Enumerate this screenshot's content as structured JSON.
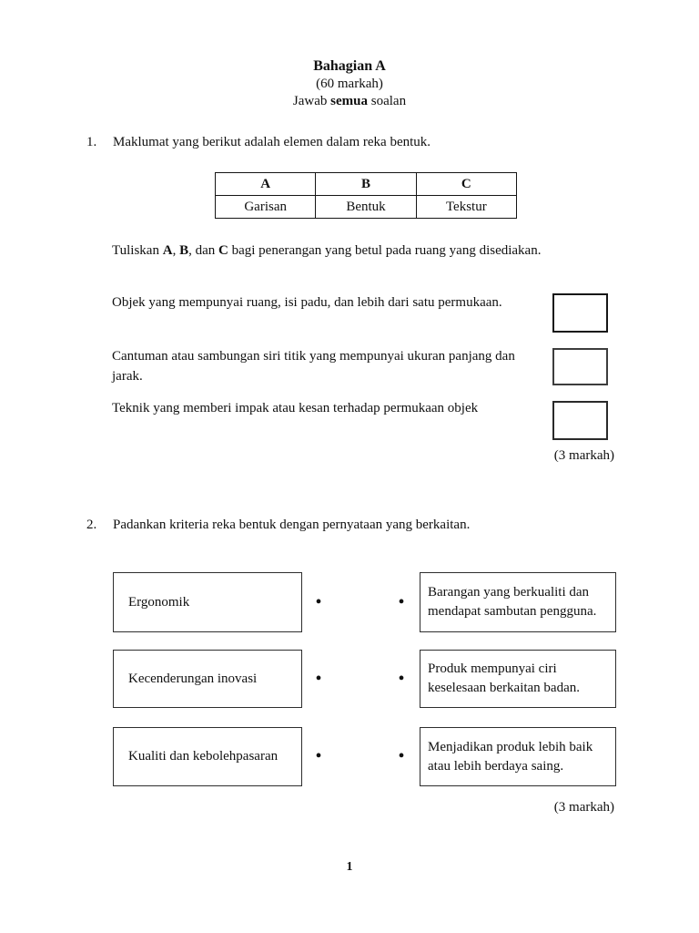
{
  "header": {
    "title": "Bahagian A",
    "marks": "(60 markah)",
    "instruction": {
      "pre": "Jawab ",
      "bold": "semua",
      "post": " soalan"
    }
  },
  "q1": {
    "number": "1.",
    "text": "Maklumat yang berikut adalah elemen dalam reka bentuk.",
    "table": {
      "headers": [
        "A",
        "B",
        "C"
      ],
      "values": [
        "Garisan",
        "Bentuk",
        "Tekstur"
      ]
    },
    "write_instruction": {
      "s0": "Tuliskan ",
      "a": "A",
      "s1": ", ",
      "b": "B",
      "s2": ", dan ",
      "c": "C",
      "s3": " bagi penerangan yang betul pada ruang yang disediakan."
    },
    "statements": [
      "Objek yang mempunyai ruang, isi padu, dan lebih dari satu permukaan.",
      "Cantuman atau sambungan siri titik yang mempunyai ukuran panjang dan jarak.",
      "Teknik yang memberi impak atau kesan terhadap permukaan objek"
    ],
    "marks": "(3 markah)"
  },
  "q2": {
    "number": "2.",
    "text": "Padankan kriteria reka bentuk dengan pernyataan yang berkaitan.",
    "criteria": [
      "Ergonomik",
      "Kecenderungan inovasi",
      "Kualiti dan kebolehpasaran"
    ],
    "statements": [
      "Barangan yang berkualiti dan mendapat sambutan pengguna.",
      "Produk mempunyai ciri keselesaan berkaitan badan.",
      "Menjadikan produk lebih baik atau lebih berdaya saing."
    ],
    "marks": "(3 markah)"
  },
  "icons": {
    "match_dot": "•"
  },
  "page": {
    "number": "1"
  },
  "colors": {
    "text": "#101010",
    "border": "#1a1a1a",
    "background": "#ffffff"
  }
}
